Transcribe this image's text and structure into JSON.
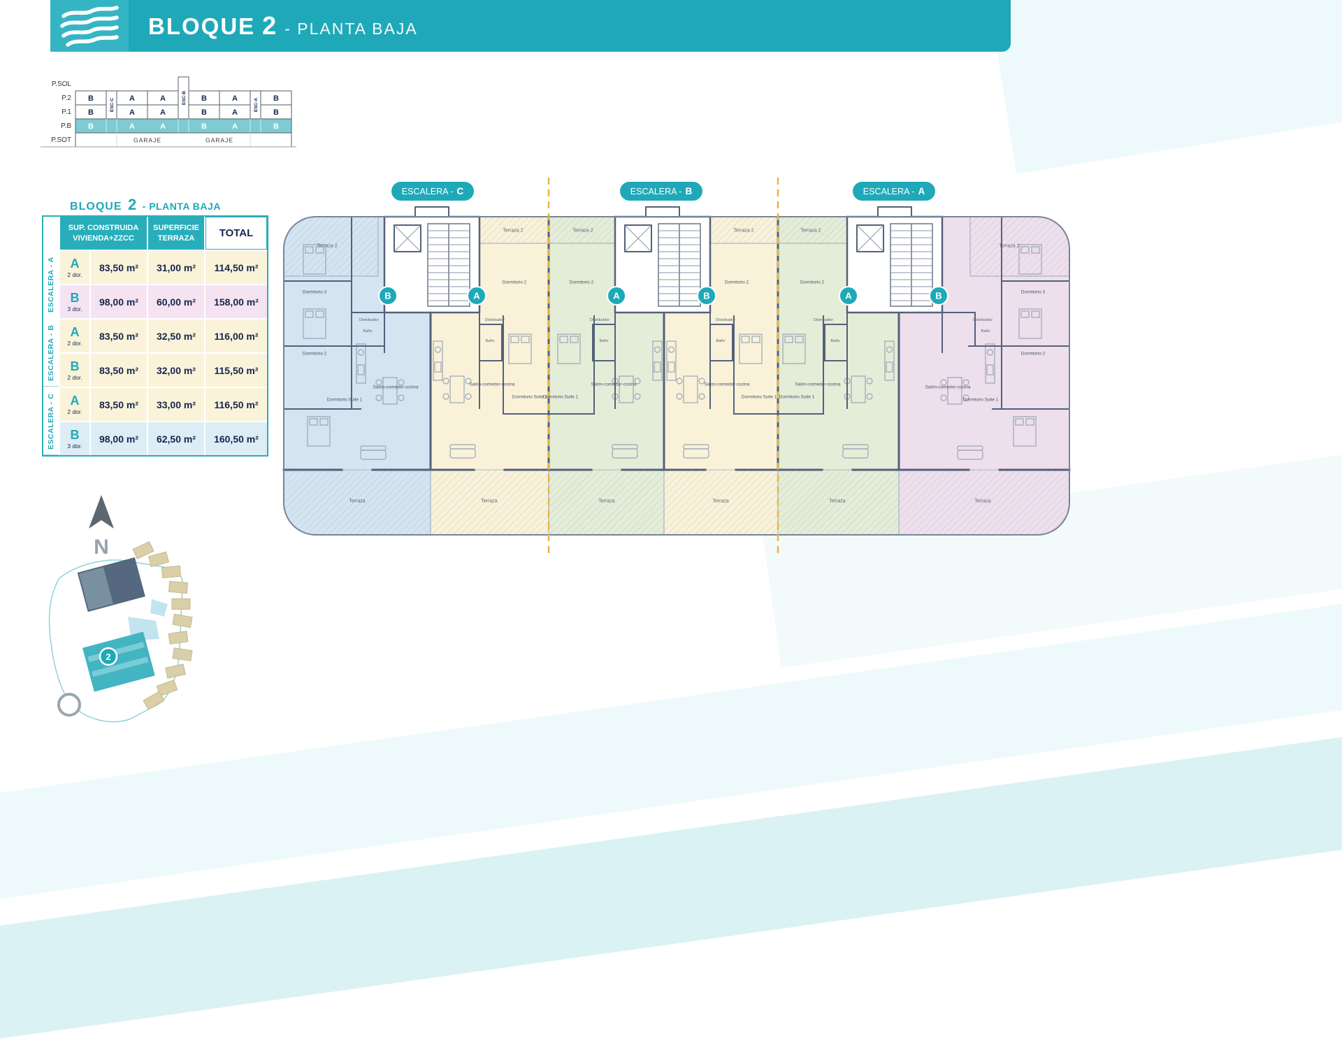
{
  "header": {
    "title_main": "BLOQUE",
    "title_number": "2",
    "title_sub": "- PLANTA BAJA"
  },
  "stack": {
    "floors": [
      "P.SOL",
      "P.2",
      "P.1",
      "P.B",
      "P.SOT"
    ],
    "esc_labels": [
      "ESC-C",
      "ESC-B",
      "ESC-A"
    ],
    "row_p2": [
      "B",
      "A",
      "A",
      "B",
      "A",
      "B"
    ],
    "row_p1": [
      "B",
      "A",
      "A",
      "B",
      "A",
      "B"
    ],
    "row_pb": [
      "B",
      "A",
      "A",
      "B",
      "A",
      "B"
    ],
    "garaje": "GARAJE"
  },
  "table": {
    "title_main": "BLOQUE",
    "title_number": "2",
    "title_sub": "- PLANTA BAJA",
    "header_col1_line1": "SUP. CONSTRUIDA",
    "header_col1_line2": "VIVIENDA+ZZCC",
    "header_col2_line1": "SUPERFICIE",
    "header_col2_line2": "TERRAZA",
    "header_col3": "TOTAL",
    "groups": [
      {
        "name": "ESCALERA - A",
        "rows": [
          {
            "letter": "A",
            "dorms": "2 dor.",
            "construida": "83,50 m²",
            "terraza": "31,00 m²",
            "total": "114,50 m²"
          },
          {
            "letter": "B",
            "dorms": "3 dor.",
            "construida": "98,00 m²",
            "terraza": "60,00 m²",
            "total": "158,00 m²"
          }
        ]
      },
      {
        "name": "ESCALERA - B",
        "rows": [
          {
            "letter": "A",
            "dorms": "2 dor.",
            "construida": "83,50 m²",
            "terraza": "32,50 m²",
            "total": "116,00 m²"
          },
          {
            "letter": "B",
            "dorms": "2 dor.",
            "construida": "83,50 m²",
            "terraza": "32,00 m²",
            "total": "115,50 m²"
          }
        ]
      },
      {
        "name": "ESCALERA - C",
        "rows": [
          {
            "letter": "A",
            "dorms": "2 dor.",
            "construida": "83,50 m²",
            "terraza": "33,00 m²",
            "total": "116,50 m²"
          },
          {
            "letter": "B",
            "dorms": "3 dor.",
            "construida": "98,00 m²",
            "terraza": "62,50 m²",
            "total": "160,50 m²"
          }
        ]
      }
    ]
  },
  "plan": {
    "escaleras": [
      {
        "prefix": "ESCALERA -",
        "letter": "C"
      },
      {
        "prefix": "ESCALERA -",
        "letter": "B"
      },
      {
        "prefix": "ESCALERA -",
        "letter": "A"
      }
    ],
    "badges": [
      "B",
      "A",
      "A",
      "B",
      "A",
      "B"
    ],
    "room_labels": {
      "salon": "Salón-comedor-cocina",
      "dorm_suite": "Dormitorio Suite 1",
      "dorm2": "Dormitorio 2",
      "dorm3": "Dormitorio 3",
      "bano": "Baño",
      "distribuidor": "Distribuidor",
      "terraza": "Terraza",
      "terraza2": "Terraza 2"
    }
  },
  "compass": {
    "label": "N"
  },
  "site_map": {
    "block_label": "2"
  },
  "colors": {
    "teal": "#1fa9b8",
    "navy": "#16294f",
    "cream": "#f9f2d9",
    "green": "#e4edd8",
    "blue": "#d4e4f1",
    "pink": "#eedfed",
    "wall": "#54617a",
    "dash_yellow": "#e7b83e"
  }
}
